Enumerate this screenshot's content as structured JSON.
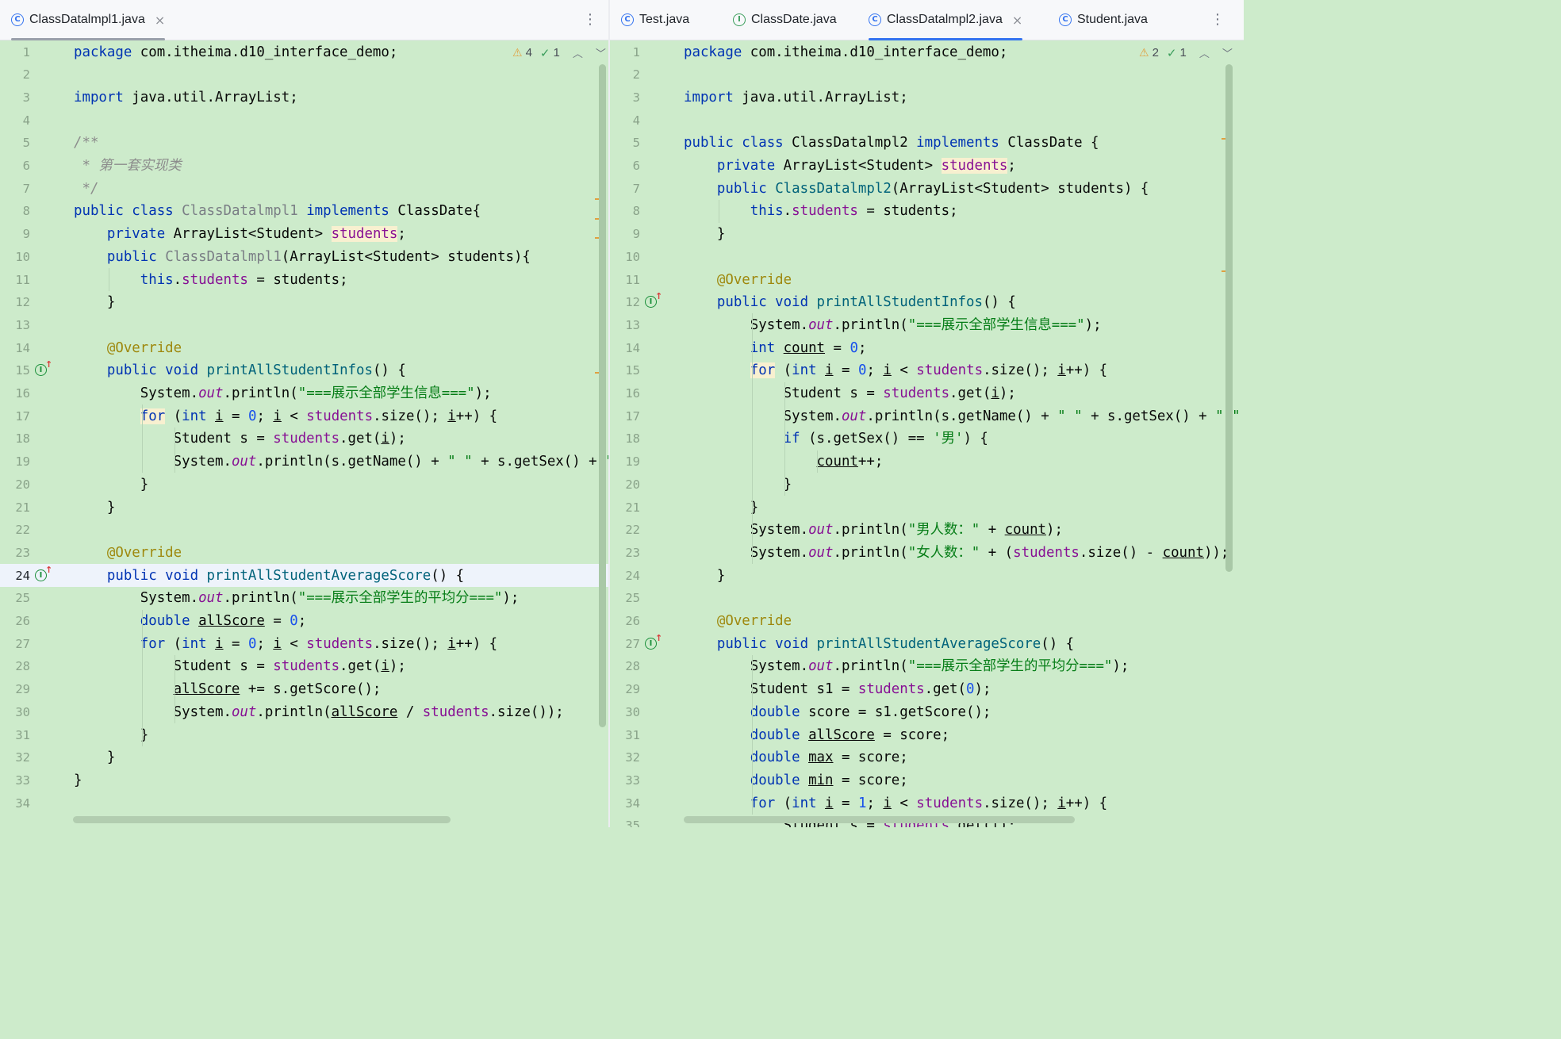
{
  "left": {
    "tabs": [
      {
        "label": "ClassDatalmpl1.java",
        "icon": "class-icon",
        "active": true,
        "closable": true
      }
    ],
    "inspection": {
      "warnings": "4",
      "checks": "1"
    },
    "current_line": "24",
    "lines": [
      [
        {
          "t": "package",
          "c": "kw"
        },
        {
          "t": " com.itheima.d10_interface_demo;"
        }
      ],
      [],
      [
        {
          "t": "import",
          "c": "kw"
        },
        {
          "t": " java.util.ArrayList;"
        }
      ],
      [],
      [
        {
          "t": "/**",
          "c": "cm"
        }
      ],
      [
        {
          "t": " * 第一套实现类",
          "c": "cm"
        }
      ],
      [
        {
          "t": " */",
          "c": "cm"
        }
      ],
      [
        {
          "t": "public class",
          "c": "kw"
        },
        {
          "t": " "
        },
        {
          "t": "ClassDatalmpl1",
          "c": "gry"
        },
        {
          "t": " "
        },
        {
          "t": "implements",
          "c": "kw"
        },
        {
          "t": " ClassDate{"
        }
      ],
      [
        {
          "t": "    "
        },
        {
          "t": "private",
          "c": "kw"
        },
        {
          "t": " ArrayList<Student> "
        },
        {
          "t": "students",
          "c": "fld hl"
        },
        {
          "t": ";"
        }
      ],
      [
        {
          "t": "    "
        },
        {
          "t": "public",
          "c": "kw"
        },
        {
          "t": " "
        },
        {
          "t": "ClassDatalmpl1",
          "c": "gry"
        },
        {
          "t": "(ArrayList<Student> students){"
        }
      ],
      [
        {
          "t": "        "
        },
        {
          "t": "this",
          "c": "kw"
        },
        {
          "t": "."
        },
        {
          "t": "students",
          "c": "fld"
        },
        {
          "t": " = students;"
        }
      ],
      [
        {
          "t": "    }"
        }
      ],
      [],
      [
        {
          "t": "    "
        },
        {
          "t": "@Override",
          "c": "an"
        }
      ],
      [
        {
          "t": "    "
        },
        {
          "t": "public void",
          "c": "kw"
        },
        {
          "t": " "
        },
        {
          "t": "printAllStudentInfos",
          "c": "fn"
        },
        {
          "t": "() {"
        }
      ],
      [
        {
          "t": "        System."
        },
        {
          "t": "out",
          "c": "st"
        },
        {
          "t": ".println("
        },
        {
          "t": "\"===展示全部学生信息===\"",
          "c": "str"
        },
        {
          "t": ");"
        }
      ],
      [
        {
          "t": "        "
        },
        {
          "t": "for",
          "c": "kw hl"
        },
        {
          "t": " ("
        },
        {
          "t": "int",
          "c": "kw"
        },
        {
          "t": " "
        },
        {
          "t": "i",
          "c": "ul"
        },
        {
          "t": " = "
        },
        {
          "t": "0",
          "c": "num"
        },
        {
          "t": "; "
        },
        {
          "t": "i",
          "c": "ul"
        },
        {
          "t": " < "
        },
        {
          "t": "students",
          "c": "fld"
        },
        {
          "t": ".size(); "
        },
        {
          "t": "i",
          "c": "ul"
        },
        {
          "t": "++) {"
        }
      ],
      [
        {
          "t": "            Student s = "
        },
        {
          "t": "students",
          "c": "fld"
        },
        {
          "t": ".get("
        },
        {
          "t": "i",
          "c": "ul"
        },
        {
          "t": ");"
        }
      ],
      [
        {
          "t": "            System."
        },
        {
          "t": "out",
          "c": "st"
        },
        {
          "t": ".println(s.getName() + "
        },
        {
          "t": "\" \"",
          "c": "str"
        },
        {
          "t": " + s.getSex() + "
        },
        {
          "t": "\"",
          "c": "str"
        }
      ],
      [
        {
          "t": "        }"
        }
      ],
      [
        {
          "t": "    }"
        }
      ],
      [],
      [
        {
          "t": "    "
        },
        {
          "t": "@Override",
          "c": "an"
        }
      ],
      [
        {
          "t": "    "
        },
        {
          "t": "public void",
          "c": "kw"
        },
        {
          "t": " "
        },
        {
          "t": "printAllStudentAverageScore",
          "c": "fn"
        },
        {
          "t": "() {"
        }
      ],
      [
        {
          "t": "        System."
        },
        {
          "t": "out",
          "c": "st"
        },
        {
          "t": ".println("
        },
        {
          "t": "\"===展示全部学生的平均分===\"",
          "c": "str"
        },
        {
          "t": ");"
        }
      ],
      [
        {
          "t": "        "
        },
        {
          "t": "double",
          "c": "kw"
        },
        {
          "t": " "
        },
        {
          "t": "allScore",
          "c": "ul"
        },
        {
          "t": " = "
        },
        {
          "t": "0",
          "c": "num"
        },
        {
          "t": ";"
        }
      ],
      [
        {
          "t": "        "
        },
        {
          "t": "for",
          "c": "kw"
        },
        {
          "t": " ("
        },
        {
          "t": "int",
          "c": "kw"
        },
        {
          "t": " "
        },
        {
          "t": "i",
          "c": "ul"
        },
        {
          "t": " = "
        },
        {
          "t": "0",
          "c": "num"
        },
        {
          "t": "; "
        },
        {
          "t": "i",
          "c": "ul"
        },
        {
          "t": " < "
        },
        {
          "t": "students",
          "c": "fld"
        },
        {
          "t": ".size(); "
        },
        {
          "t": "i",
          "c": "ul"
        },
        {
          "t": "++) {"
        }
      ],
      [
        {
          "t": "            Student s = "
        },
        {
          "t": "students",
          "c": "fld"
        },
        {
          "t": ".get("
        },
        {
          "t": "i",
          "c": "ul"
        },
        {
          "t": ");"
        }
      ],
      [
        {
          "t": "            "
        },
        {
          "t": "allScore",
          "c": "ul"
        },
        {
          "t": " += s.getScore();"
        }
      ],
      [
        {
          "t": "            System."
        },
        {
          "t": "out",
          "c": "st"
        },
        {
          "t": ".println("
        },
        {
          "t": "allScore",
          "c": "ul"
        },
        {
          "t": " / "
        },
        {
          "t": "students",
          "c": "fld"
        },
        {
          "t": ".size());"
        }
      ],
      [
        {
          "t": "        }"
        }
      ],
      [
        {
          "t": "    }"
        }
      ],
      [
        {
          "t": "}"
        }
      ],
      []
    ],
    "override_lines": [
      "15",
      "24"
    ]
  },
  "right": {
    "tabs": [
      {
        "label": "Test.java",
        "icon": "class-icon",
        "active": false,
        "closable": false
      },
      {
        "label": "ClassDate.java",
        "icon": "interface-icon",
        "active": false,
        "closable": false
      },
      {
        "label": "ClassDatalmpl2.java",
        "icon": "class-icon",
        "active": true,
        "closable": true
      },
      {
        "label": "Student.java",
        "icon": "class-icon",
        "active": false,
        "closable": false
      }
    ],
    "inspection": {
      "warnings": "2",
      "checks": "1"
    },
    "lines": [
      [
        {
          "t": "package",
          "c": "kw"
        },
        {
          "t": " com.itheima.d10_interface_demo;"
        }
      ],
      [],
      [
        {
          "t": "import",
          "c": "kw"
        },
        {
          "t": " java.util.ArrayList;"
        }
      ],
      [],
      [
        {
          "t": "public class",
          "c": "kw"
        },
        {
          "t": " ClassDatalmpl2 "
        },
        {
          "t": "implements",
          "c": "kw"
        },
        {
          "t": " ClassDate {"
        }
      ],
      [
        {
          "t": "    "
        },
        {
          "t": "private",
          "c": "kw"
        },
        {
          "t": " ArrayList<Student> "
        },
        {
          "t": "students",
          "c": "fld hl"
        },
        {
          "t": ";"
        }
      ],
      [
        {
          "t": "    "
        },
        {
          "t": "public",
          "c": "kw"
        },
        {
          "t": " "
        },
        {
          "t": "ClassDatalmpl2",
          "c": "fn"
        },
        {
          "t": "(ArrayList<Student> students) {"
        }
      ],
      [
        {
          "t": "        "
        },
        {
          "t": "this",
          "c": "kw"
        },
        {
          "t": "."
        },
        {
          "t": "students",
          "c": "fld"
        },
        {
          "t": " = students;"
        }
      ],
      [
        {
          "t": "    }"
        }
      ],
      [],
      [
        {
          "t": "    "
        },
        {
          "t": "@Override",
          "c": "an"
        }
      ],
      [
        {
          "t": "    "
        },
        {
          "t": "public void",
          "c": "kw"
        },
        {
          "t": " "
        },
        {
          "t": "printAllStudentInfos",
          "c": "fn"
        },
        {
          "t": "() {"
        }
      ],
      [
        {
          "t": "        System."
        },
        {
          "t": "out",
          "c": "st"
        },
        {
          "t": ".println("
        },
        {
          "t": "\"===展示全部学生信息===\"",
          "c": "str"
        },
        {
          "t": ");"
        }
      ],
      [
        {
          "t": "        "
        },
        {
          "t": "int",
          "c": "kw"
        },
        {
          "t": " "
        },
        {
          "t": "count",
          "c": "ul"
        },
        {
          "t": " = "
        },
        {
          "t": "0",
          "c": "num"
        },
        {
          "t": ";"
        }
      ],
      [
        {
          "t": "        "
        },
        {
          "t": "for",
          "c": "kw hl"
        },
        {
          "t": " ("
        },
        {
          "t": "int",
          "c": "kw"
        },
        {
          "t": " "
        },
        {
          "t": "i",
          "c": "ul"
        },
        {
          "t": " = "
        },
        {
          "t": "0",
          "c": "num"
        },
        {
          "t": "; "
        },
        {
          "t": "i",
          "c": "ul"
        },
        {
          "t": " < "
        },
        {
          "t": "students",
          "c": "fld"
        },
        {
          "t": ".size(); "
        },
        {
          "t": "i",
          "c": "ul"
        },
        {
          "t": "++) {"
        }
      ],
      [
        {
          "t": "            Student s = "
        },
        {
          "t": "students",
          "c": "fld"
        },
        {
          "t": ".get("
        },
        {
          "t": "i",
          "c": "ul"
        },
        {
          "t": ");"
        }
      ],
      [
        {
          "t": "            System."
        },
        {
          "t": "out",
          "c": "st"
        },
        {
          "t": ".println(s.getName() + "
        },
        {
          "t": "\" \"",
          "c": "str"
        },
        {
          "t": " + s.getSex() + "
        },
        {
          "t": "\" \"",
          "c": "str"
        }
      ],
      [
        {
          "t": "            "
        },
        {
          "t": "if",
          "c": "kw"
        },
        {
          "t": " (s.getSex() == "
        },
        {
          "t": "'男'",
          "c": "str"
        },
        {
          "t": ") {"
        }
      ],
      [
        {
          "t": "                "
        },
        {
          "t": "count",
          "c": "ul"
        },
        {
          "t": "++;"
        }
      ],
      [
        {
          "t": "            }"
        }
      ],
      [
        {
          "t": "        }"
        }
      ],
      [
        {
          "t": "        System."
        },
        {
          "t": "out",
          "c": "st"
        },
        {
          "t": ".println("
        },
        {
          "t": "\"男人数：\"",
          "c": "str"
        },
        {
          "t": " + "
        },
        {
          "t": "count",
          "c": "ul"
        },
        {
          "t": ");"
        }
      ],
      [
        {
          "t": "        System."
        },
        {
          "t": "out",
          "c": "st"
        },
        {
          "t": ".println("
        },
        {
          "t": "\"女人数：\"",
          "c": "str"
        },
        {
          "t": " + ("
        },
        {
          "t": "students",
          "c": "fld"
        },
        {
          "t": ".size() - "
        },
        {
          "t": "count",
          "c": "ul"
        },
        {
          "t": "));"
        }
      ],
      [
        {
          "t": "    }"
        }
      ],
      [],
      [
        {
          "t": "    "
        },
        {
          "t": "@Override",
          "c": "an"
        }
      ],
      [
        {
          "t": "    "
        },
        {
          "t": "public void",
          "c": "kw"
        },
        {
          "t": " "
        },
        {
          "t": "printAllStudentAverageScore",
          "c": "fn"
        },
        {
          "t": "() {"
        }
      ],
      [
        {
          "t": "        System."
        },
        {
          "t": "out",
          "c": "st"
        },
        {
          "t": ".println("
        },
        {
          "t": "\"===展示全部学生的平均分===\"",
          "c": "str"
        },
        {
          "t": ");"
        }
      ],
      [
        {
          "t": "        Student s1 = "
        },
        {
          "t": "students",
          "c": "fld"
        },
        {
          "t": ".get("
        },
        {
          "t": "0",
          "c": "num"
        },
        {
          "t": ");"
        }
      ],
      [
        {
          "t": "        "
        },
        {
          "t": "double",
          "c": "kw"
        },
        {
          "t": " score = s1.getScore();"
        }
      ],
      [
        {
          "t": "        "
        },
        {
          "t": "double",
          "c": "kw"
        },
        {
          "t": " "
        },
        {
          "t": "allScore",
          "c": "ul"
        },
        {
          "t": " = score;"
        }
      ],
      [
        {
          "t": "        "
        },
        {
          "t": "double",
          "c": "kw"
        },
        {
          "t": " "
        },
        {
          "t": "max",
          "c": "ul"
        },
        {
          "t": " = score;"
        }
      ],
      [
        {
          "t": "        "
        },
        {
          "t": "double",
          "c": "kw"
        },
        {
          "t": " "
        },
        {
          "t": "min",
          "c": "ul"
        },
        {
          "t": " = score;"
        }
      ],
      [
        {
          "t": "        "
        },
        {
          "t": "for",
          "c": "kw"
        },
        {
          "t": " ("
        },
        {
          "t": "int",
          "c": "kw"
        },
        {
          "t": " "
        },
        {
          "t": "i",
          "c": "ul"
        },
        {
          "t": " = "
        },
        {
          "t": "1",
          "c": "num"
        },
        {
          "t": "; "
        },
        {
          "t": "i",
          "c": "ul"
        },
        {
          "t": " < "
        },
        {
          "t": "students",
          "c": "fld"
        },
        {
          "t": ".size(); "
        },
        {
          "t": "i",
          "c": "ul"
        },
        {
          "t": "++) {"
        }
      ],
      [
        {
          "t": "            Student s = "
        },
        {
          "t": "students",
          "c": "fld"
        },
        {
          "t": ".get("
        },
        {
          "t": "i",
          "c": "ul"
        },
        {
          "t": ");"
        }
      ]
    ],
    "override_lines": [
      "12",
      "27"
    ]
  },
  "colors": {
    "editor_bg": "#cdebcb",
    "keyword": "#0033b3",
    "string": "#067d17",
    "field": "#871094",
    "annotation": "#9e880d",
    "warning": "#e0a040",
    "accent": "#3574f0"
  }
}
